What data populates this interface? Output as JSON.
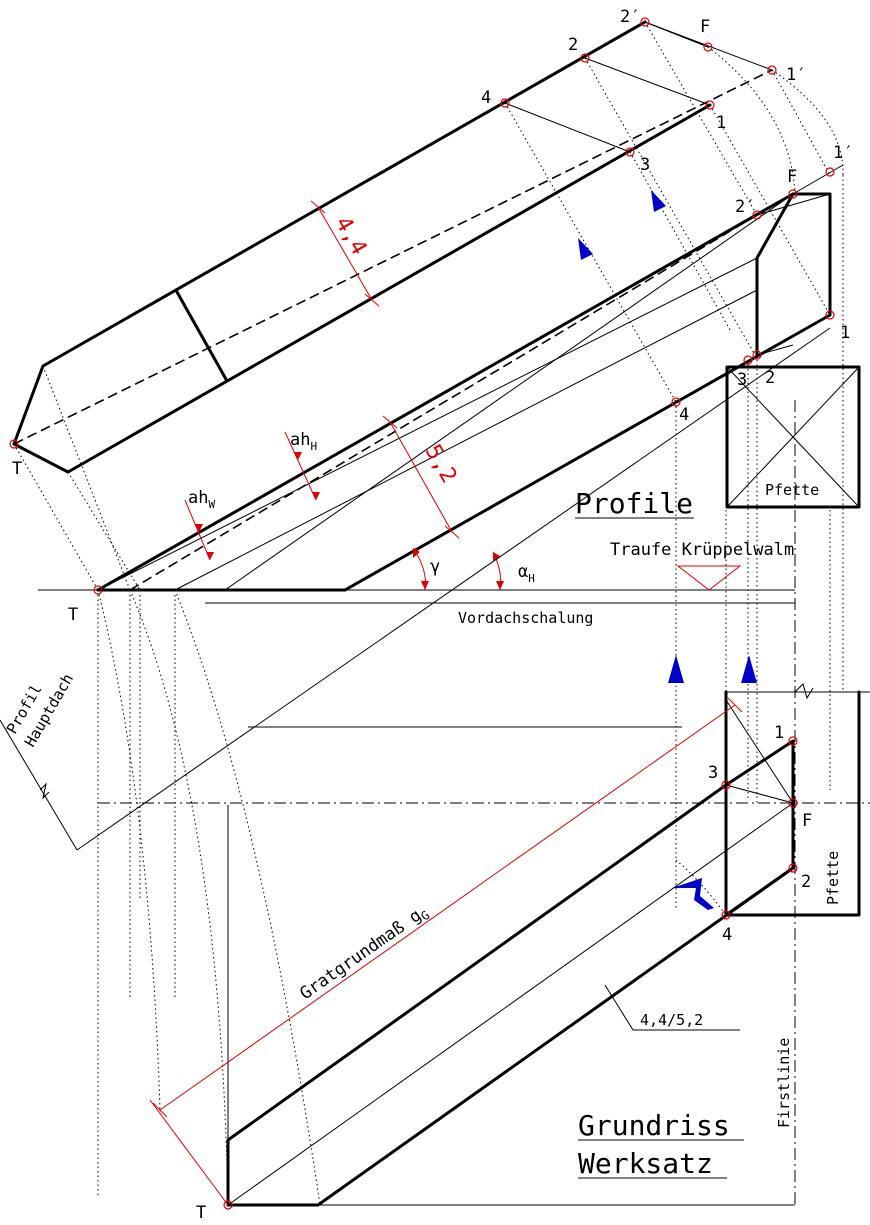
{
  "titles": {
    "profile": "Profile",
    "grundriss": "Grundriss",
    "werksatz": "Werksatz"
  },
  "labels": {
    "traufe": "Traufe Krüppelwalm",
    "vordachschalung": "Vordachschalung",
    "pfette_top": "Pfette",
    "pfette_bottom": "Pfette",
    "firstlinie": "Firstlinie",
    "profil": "Profil",
    "hauptdach": "Hauptdach",
    "gratgrundmass": "Gratgrundmaß g",
    "gratgrundmass_sub": "G",
    "section": "4,4/5,2",
    "dim_44": "4,4",
    "dim_52": "5,2",
    "ah_w": "ah",
    "ah_w_sub": "W",
    "ah_h": "ah",
    "ah_h_sub": "H",
    "gamma": "γ",
    "alpha": "α",
    "alpha_sub": "H"
  },
  "points": {
    "top": {
      "p2prime": "2′",
      "F": "F",
      "p1prime": "1′",
      "p2": "2",
      "p1": "1",
      "p4": "4",
      "p3": "3"
    },
    "mid": {
      "F": "F",
      "p1prime": "1′",
      "p2prime": "2′",
      "p1": "1",
      "p3": "3",
      "p2": "2",
      "p4": "4",
      "T_upper": "T",
      "T_lower": "T"
    },
    "plan": {
      "p1": "1",
      "p3": "3",
      "F": "F",
      "p2": "2",
      "p4": "4",
      "T": "T"
    }
  },
  "colors": {
    "line": "#000000",
    "construction": "#e00000",
    "arrow": "#0000cc"
  }
}
